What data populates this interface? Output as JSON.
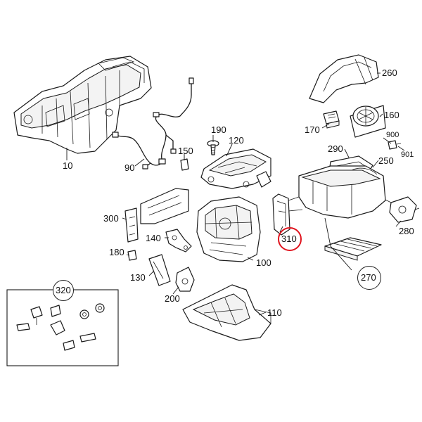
{
  "callouts": {
    "c10": "10",
    "c90": "90",
    "c150": "150",
    "c190": "190",
    "c120": "120",
    "c260": "260",
    "c160": "160",
    "c170": "170",
    "c900": "900",
    "c901": "901",
    "c290": "290",
    "c250": "250",
    "c300": "300",
    "c310": "310",
    "c280": "280",
    "c140": "140",
    "c180": "180",
    "c100": "100",
    "c130": "130",
    "c200": "200",
    "c270": "270",
    "c110": "110",
    "c320": "320"
  },
  "highlight": {
    "part_number": "310",
    "color": "#e0141e"
  }
}
